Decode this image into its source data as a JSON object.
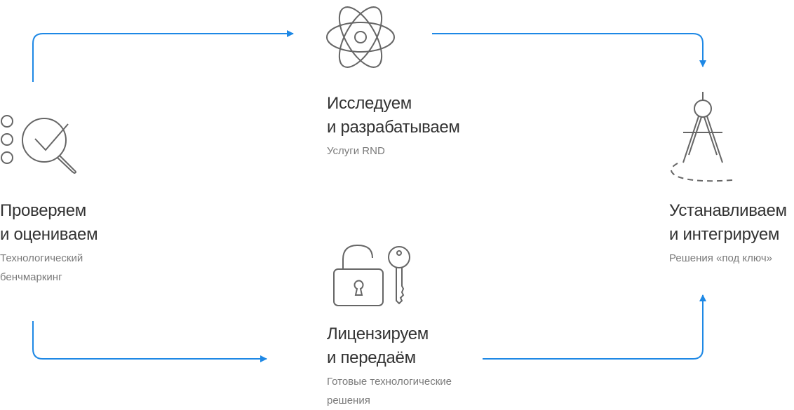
{
  "colors": {
    "arrow": "#1e88e5",
    "icon": "#666666",
    "title": "#333333",
    "subtitle": "#7a7a7a"
  },
  "nodes": {
    "check": {
      "icon": "magnifier-check-icon",
      "title": [
        "Проверяем",
        "и оцениваем"
      ],
      "subtitle": [
        "Технологический",
        "бенчмаркинг"
      ]
    },
    "research": {
      "icon": "atom-icon",
      "title": [
        "Исследуем",
        "и разрабатываем"
      ],
      "subtitle": [
        "Услуги RND"
      ]
    },
    "license": {
      "icon": "lock-and-key-icon",
      "title": [
        "Лицензируем",
        "и передаём"
      ],
      "subtitle": [
        "Готовые технологические",
        "решения"
      ]
    },
    "install": {
      "icon": "compass-icon",
      "title": [
        "Устанавливаем",
        "и интегрируем"
      ],
      "subtitle": [
        "Решения «под ключ»"
      ]
    }
  }
}
